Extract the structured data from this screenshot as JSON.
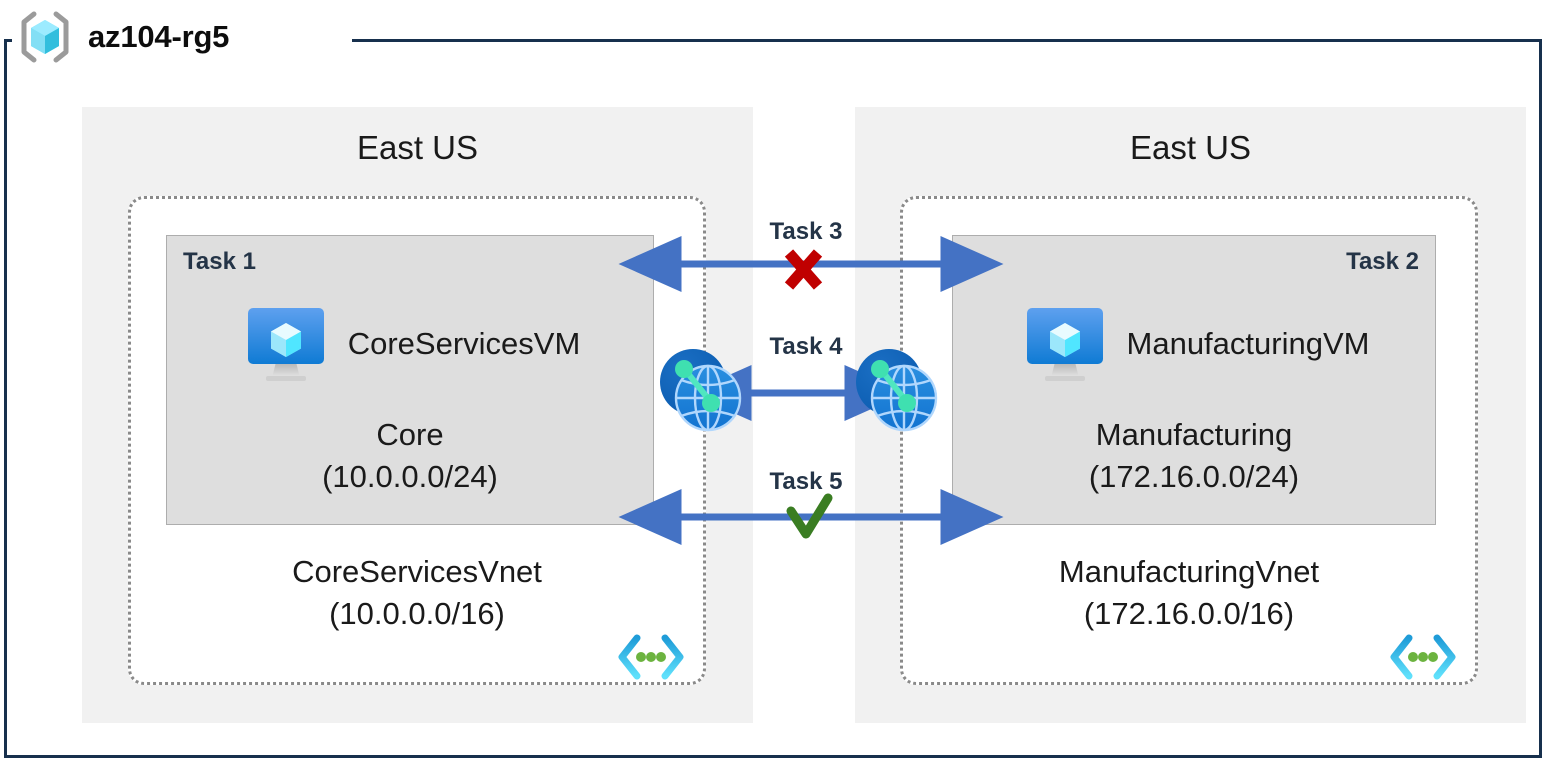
{
  "resource_group": {
    "name": "az104-rg5",
    "icon": "resource-group-cube-icon"
  },
  "regions": [
    {
      "label": "East US",
      "side": "left"
    },
    {
      "label": "East US",
      "side": "right"
    }
  ],
  "vnets": [
    {
      "name": "CoreServicesVnet",
      "address_space": "(10.0.0.0/16)",
      "badge_icon": "virtual-network-icon",
      "subnet": {
        "task": "Task 1",
        "vm_name": "CoreServicesVM",
        "vm_icon": "virtual-machine-icon",
        "subnet_name": "Core",
        "subnet_range": "(10.0.0.0/24)"
      }
    },
    {
      "name": "ManufacturingVnet",
      "address_space": "(172.16.0.0/16)",
      "badge_icon": "virtual-network-icon",
      "subnet": {
        "task": "Task 2",
        "vm_name": "ManufacturingVM",
        "vm_icon": "virtual-machine-icon",
        "subnet_name": "Manufacturing",
        "subnet_range": "(172.16.0.0/24)"
      }
    }
  ],
  "connectors": [
    {
      "label": "Task 3",
      "marker": "red-x",
      "state": "blocked"
    },
    {
      "label": "Task 4",
      "marker": "peering",
      "state": "peered"
    },
    {
      "label": "Task 5",
      "marker": "green-check",
      "state": "allowed"
    }
  ],
  "peering_icons": {
    "left": "vnet-peering-icon",
    "right": "vnet-peering-icon"
  },
  "colors": {
    "frame": "#17304d",
    "region_bg": "#f1f1f1",
    "subnet_bg": "#dedede",
    "arrow": "#4472c4",
    "deny": "#c00000",
    "allow": "#3a7d22",
    "vnet_badge_blue": "#35c5f0",
    "vnet_badge_green": "#6cb33f",
    "task_text": "#243447"
  }
}
